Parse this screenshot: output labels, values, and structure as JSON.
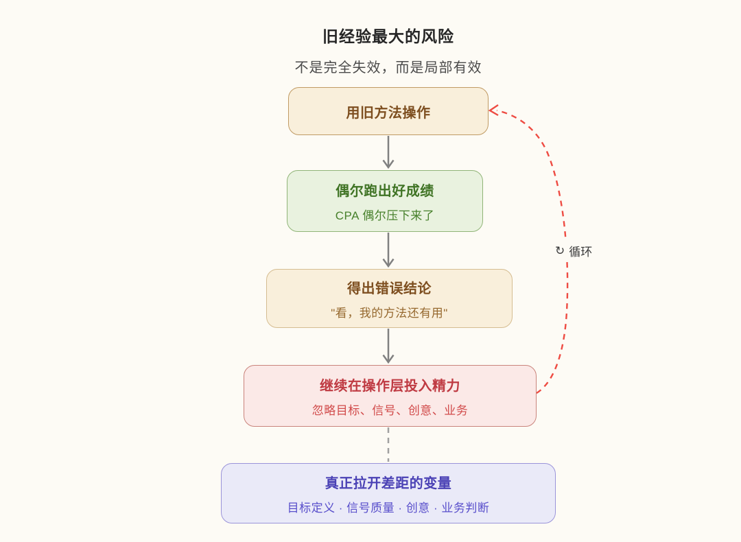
{
  "page": {
    "background_color": "#fdfbf5"
  },
  "header": {
    "title": "旧经验最大的风险",
    "subtitle": "不是完全失效，而是局部有效"
  },
  "flowchart": {
    "nodes": [
      {
        "id": "use-old-method",
        "title": "用旧方法操作",
        "fill": "#f9efdb",
        "border": "#c09a63",
        "title_color": "#7d4e1f"
      },
      {
        "id": "occasional-good-results",
        "title": "偶尔跑出好成绩",
        "subtitle": "CPA 偶尔压下来了",
        "fill": "#e9f2df",
        "border": "#90b477",
        "title_color": "#3f7324",
        "subtitle_color": "#47802b"
      },
      {
        "id": "wrong-conclusion",
        "title": "得出错误结论",
        "subtitle": "\"看，我的方法还有用\"",
        "fill": "#f9efdb",
        "border": "#d5bc90",
        "title_color": "#7d4e1f",
        "subtitle_color": "#96692f"
      },
      {
        "id": "keep-investing-operations",
        "title": "继续在操作层投入精力",
        "subtitle": "忽略目标、信号、创意、业务",
        "fill": "#fbe9e7",
        "border": "#c9837b",
        "title_color": "#bf3a42",
        "subtitle_color": "#d14a4a"
      },
      {
        "id": "real-gap-variables",
        "title": "真正拉开差距的变量",
        "subtitle": "目标定义 · 信号质量 · 创意 · 业务判断",
        "fill": "#eaeaf8",
        "border": "#9a93d9",
        "title_color": "#4a41b5",
        "subtitle_color": "#584ecb"
      }
    ],
    "loop_label": {
      "icon": "↻",
      "text": "循环"
    },
    "edge_colors": {
      "solid_arrow": "#808080",
      "dashed_connector": "#a0a0a0",
      "loop_arrow": "#ee4b42"
    }
  }
}
